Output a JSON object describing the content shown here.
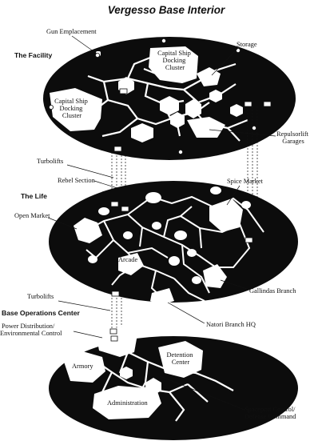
{
  "title": "Vergesso Base Interior",
  "levels": [
    {
      "heading": "The Facility",
      "labels": {
        "gun_emplacement": "Gun Emplacement",
        "storage": "Storage",
        "capital_ship_docking_cluster_right": [
          "Capital Ship",
          "Docking",
          "Cluster"
        ],
        "capital_ship_docking_cluster_left": [
          "Capital Ship",
          "Docking",
          "Cluster"
        ],
        "repulsorlift_garages": [
          "Repulsorlift",
          "Garages"
        ]
      }
    },
    {
      "heading": "The Life",
      "labels": {
        "turbolifts": "Turbolifts",
        "rebel_section": "Rebel Section",
        "spice_market": "Spice Market",
        "open_market": "Open Market",
        "arcade": "Arcade",
        "gallindas_branch": "Gallindas Branch",
        "natori_branch_hq": "Natori Branch HQ"
      }
    },
    {
      "heading": "Base Operations Center",
      "labels": {
        "turbolifts": "Turbolifts",
        "power_distribution": [
          "Power Distribution/",
          "Environmental Control"
        ],
        "armory": "Armory",
        "detention_center": [
          "Detention",
          "Center"
        ],
        "administration": "Administration",
        "spaceport_control": [
          "Spaceport Control/",
          "Defense Command"
        ]
      }
    }
  ],
  "colors": {
    "deck": "#0c0c0c",
    "room": "#ffffff",
    "ink": "#111111"
  }
}
